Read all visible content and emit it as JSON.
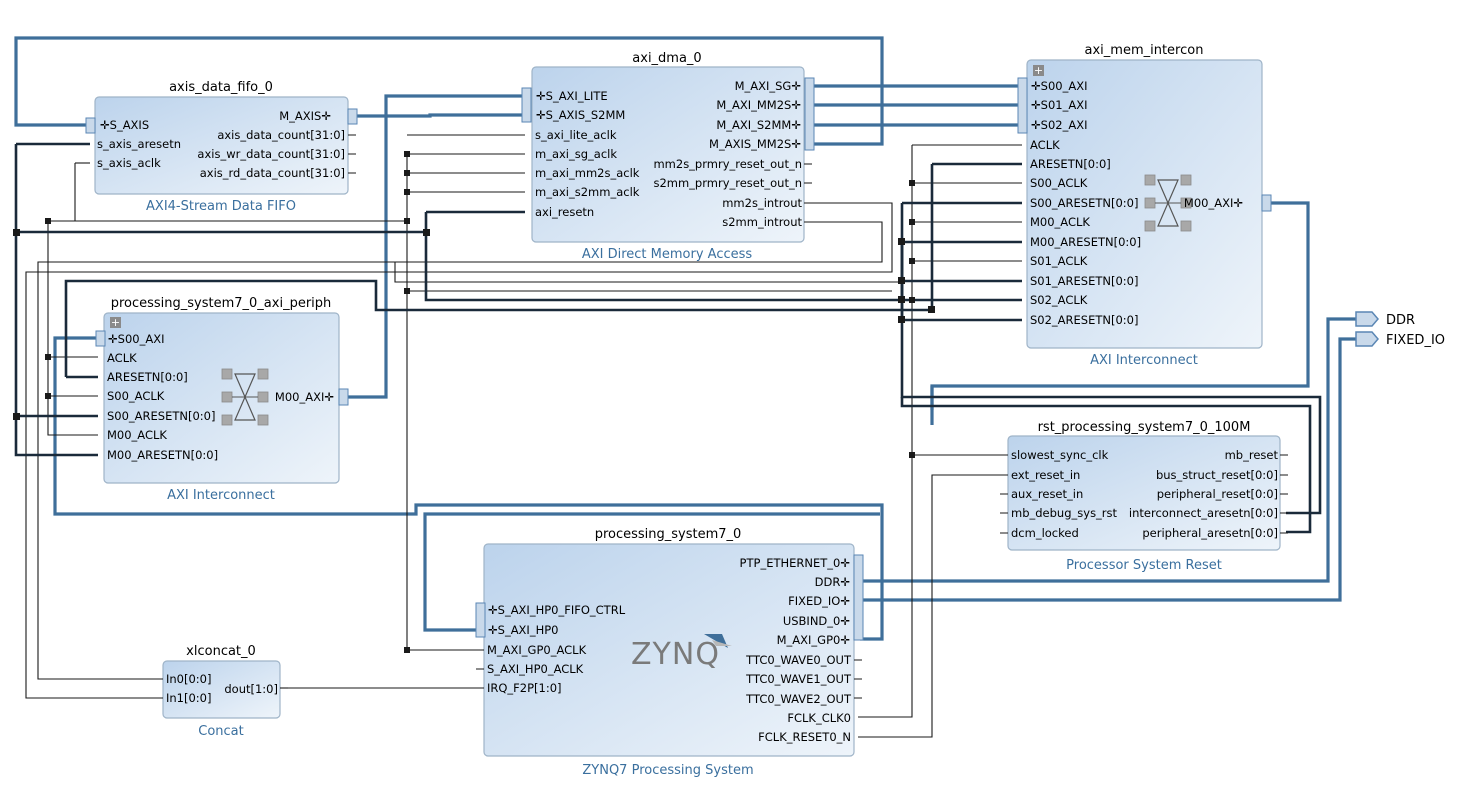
{
  "blocks": {
    "axis_data_fifo_0": {
      "instance": "axis_data_fifo_0",
      "type": "AXI4-Stream Data FIFO",
      "left_pins": [
        "S_AXIS",
        "s_axis_aresetn",
        "s_axis_aclk"
      ],
      "right_pins": [
        "M_AXIS",
        "axis_data_count[31:0]",
        "axis_wr_data_count[31:0]",
        "axis_rd_data_count[31:0]"
      ]
    },
    "axi_dma_0": {
      "instance": "axi_dma_0",
      "type": "AXI Direct Memory Access",
      "left_pins": [
        "S_AXI_LITE",
        "S_AXIS_S2MM",
        "s_axi_lite_aclk",
        "m_axi_sg_aclk",
        "m_axi_mm2s_aclk",
        "m_axi_s2mm_aclk",
        "axi_resetn"
      ],
      "right_pins": [
        "M_AXI_SG",
        "M_AXI_MM2S",
        "M_AXI_S2MM",
        "M_AXIS_MM2S",
        "mm2s_prmry_reset_out_n",
        "s2mm_prmry_reset_out_n",
        "mm2s_introut",
        "s2mm_introut"
      ]
    },
    "axi_mem_intercon": {
      "instance": "axi_mem_intercon",
      "type": "AXI Interconnect",
      "left_pins": [
        "S00_AXI",
        "S01_AXI",
        "S02_AXI",
        "ACLK",
        "ARESETN[0:0]",
        "S00_ACLK",
        "S00_ARESETN[0:0]",
        "M00_ACLK",
        "M00_ARESETN[0:0]",
        "S01_ACLK",
        "S01_ARESETN[0:0]",
        "S02_ACLK",
        "S02_ARESETN[0:0]"
      ],
      "right_pins": [
        "M00_AXI"
      ]
    },
    "ps7_axi_periph": {
      "instance": "processing_system7_0_axi_periph",
      "type": "AXI Interconnect",
      "left_pins": [
        "S00_AXI",
        "ACLK",
        "ARESETN[0:0]",
        "S00_ACLK",
        "S00_ARESETN[0:0]",
        "M00_ACLK",
        "M00_ARESETN[0:0]"
      ],
      "right_pins": [
        "M00_AXI"
      ]
    },
    "rst_ps7": {
      "instance": "rst_processing_system7_0_100M",
      "type": "Processor System Reset",
      "left_pins": [
        "slowest_sync_clk",
        "ext_reset_in",
        "aux_reset_in",
        "mb_debug_sys_rst",
        "dcm_locked"
      ],
      "right_pins": [
        "mb_reset",
        "bus_struct_reset[0:0]",
        "peripheral_reset[0:0]",
        "interconnect_aresetn[0:0]",
        "peripheral_aresetn[0:0]"
      ]
    },
    "ps7": {
      "instance": "processing_system7_0",
      "type": "ZYNQ7 Processing System",
      "logo": "ZYNQ",
      "left_pins": [
        "S_AXI_HP0_FIFO_CTRL",
        "S_AXI_HP0",
        "M_AXI_GP0_ACLK",
        "S_AXI_HP0_ACLK",
        "IRQ_F2P[1:0]"
      ],
      "right_pins": [
        "PTP_ETHERNET_0",
        "DDR",
        "FIXED_IO",
        "USBIND_0",
        "M_AXI_GP0",
        "TTC0_WAVE0_OUT",
        "TTC0_WAVE1_OUT",
        "TTC0_WAVE2_OUT",
        "FCLK_CLK0",
        "FCLK_RESET0_N"
      ]
    },
    "xlconcat_0": {
      "instance": "xlconcat_0",
      "type": "Concat",
      "left_pins": [
        "In0[0:0]",
        "In1[0:0]"
      ],
      "right_pins": [
        "dout[1:0]"
      ]
    }
  },
  "external_ports": [
    "DDR",
    "FIXED_IO"
  ],
  "colors": {
    "bus_wire": "#3f6f9a",
    "signal_wire": "#1a1a1a",
    "block_fill_top": "#c6d9ee",
    "block_fill_bottom": "#eef4fa",
    "block_type_text": "#3a6f9e"
  }
}
